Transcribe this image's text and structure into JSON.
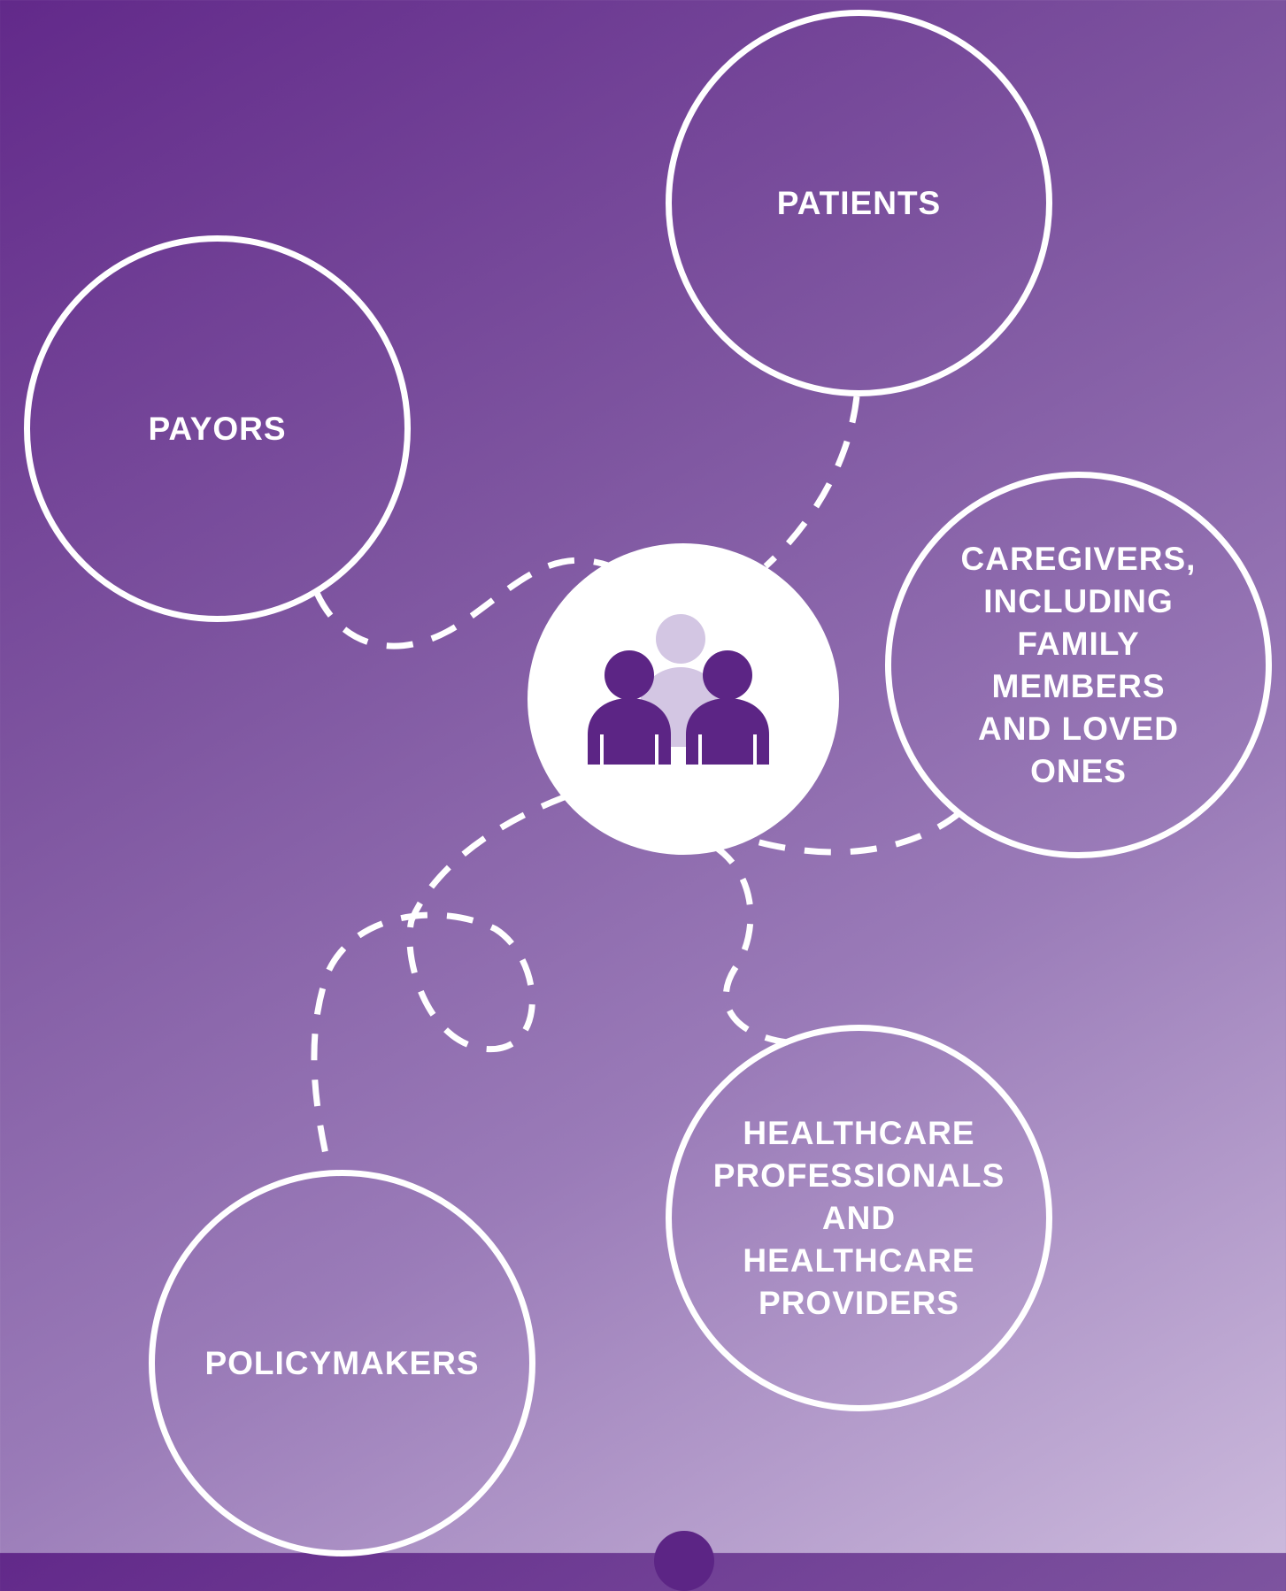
{
  "nodes": {
    "patients": "PATIENTS",
    "payors": "PAYORS",
    "caregivers": "CAREGIVERS,\nINCLUDING\nFAMILY\nMEMBERS\nAND LOVED\nONES",
    "providers": "HEALTHCARE\nPROFESSIONALS\nAND\nHEALTHCARE\nPROVIDERS",
    "policymakers": "POLICYMAKERS"
  },
  "hub_icon": "people-group-icon",
  "colors": {
    "background_start": "#62298a",
    "background_end": "#cbb9dc",
    "line": "#ffffff",
    "icon_dark": "#5c2585",
    "icon_light": "#d3c6e3"
  }
}
